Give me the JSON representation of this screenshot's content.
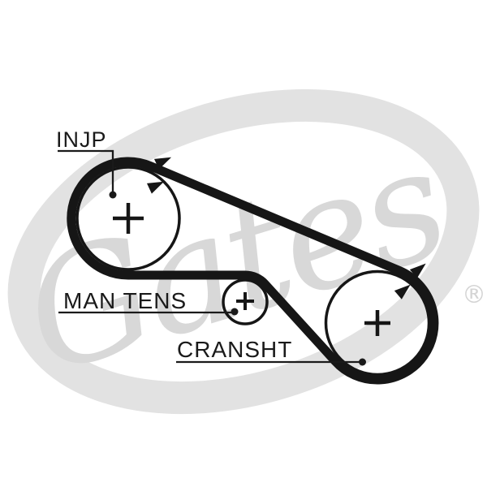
{
  "diagram": {
    "type": "timing-belt-routing",
    "labels": {
      "injp": "INJP",
      "man_tens": "MAN TENS",
      "cransht": "CRANSHT"
    },
    "pulleys": [
      {
        "id": "injection-pump",
        "label": "INJP",
        "marker": "+"
      },
      {
        "id": "manual-tensioner",
        "label": "MAN TENS",
        "marker": "+"
      },
      {
        "id": "crankshaft",
        "label": "CRANSHT",
        "marker": "+"
      }
    ],
    "colors": {
      "line": "#161616",
      "label_text": "#1a1a1a",
      "watermark": "#d8d8d8",
      "background": "#ffffff"
    }
  },
  "watermark": {
    "brand": "Gates",
    "registered": "®"
  }
}
